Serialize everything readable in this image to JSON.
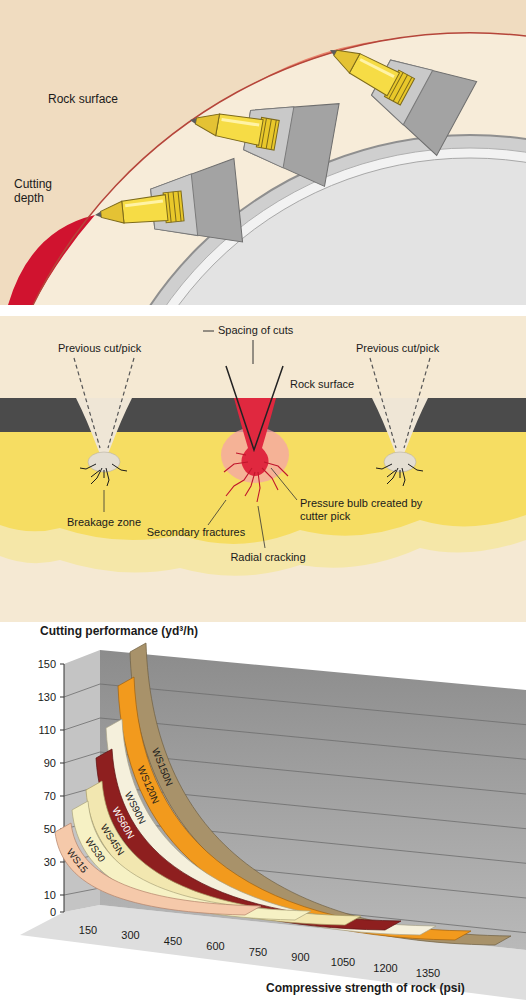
{
  "diagram": {
    "labels": [
      "Rock surface",
      "Cutting depth",
      "Spacing of cuts",
      "Previous cut/pick",
      "Previous cut/pick",
      "Rock surface",
      "Breakage zone",
      "Secondary fractures",
      "Radial cracking",
      "Pressure bulb created by cutter pick",
      "Cutting performance (yd³/h)",
      "150",
      "130",
      "110",
      "90",
      "70",
      "50",
      "30",
      "10",
      "0",
      "WS150N",
      "WS120N",
      "WS90N",
      "WS60N",
      "WS45N",
      "WS30",
      "WS15",
      "150",
      "300",
      "450",
      "600",
      "750",
      "900",
      "1050",
      "1200",
      "1350",
      "Compressive strength of rock (psi)"
    ]
  }
}
